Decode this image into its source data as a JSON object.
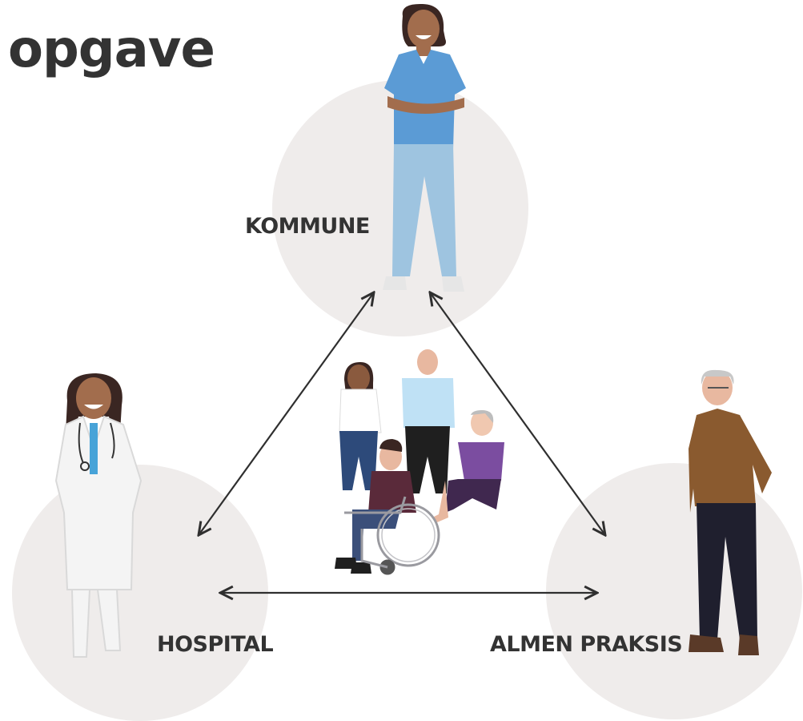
{
  "title": "opgave",
  "nodes": {
    "kommune": {
      "label": "KOMMUNE"
    },
    "hospital": {
      "label": "HOSPITAL"
    },
    "almen_praksis": {
      "label": "ALMEN PRAKSIS"
    }
  },
  "colors": {
    "circle": "#efeceb",
    "text": "#333333",
    "arrow": "#2f2f2f",
    "nurse_scrubs": "#5b9bd5",
    "nurse_pants": "#9ec4e0",
    "doctor_coat": "#f4f4f4",
    "gp_sweater": "#8a5a2f",
    "gp_pants": "#1f1f2e",
    "patient_purple": "#7b4da0",
    "patient_maroon": "#5a2a3a"
  },
  "icons": [
    "nurse-icon",
    "doctor-icon",
    "general-practitioner-icon",
    "patients-group-icon",
    "wheelchair-icon"
  ]
}
